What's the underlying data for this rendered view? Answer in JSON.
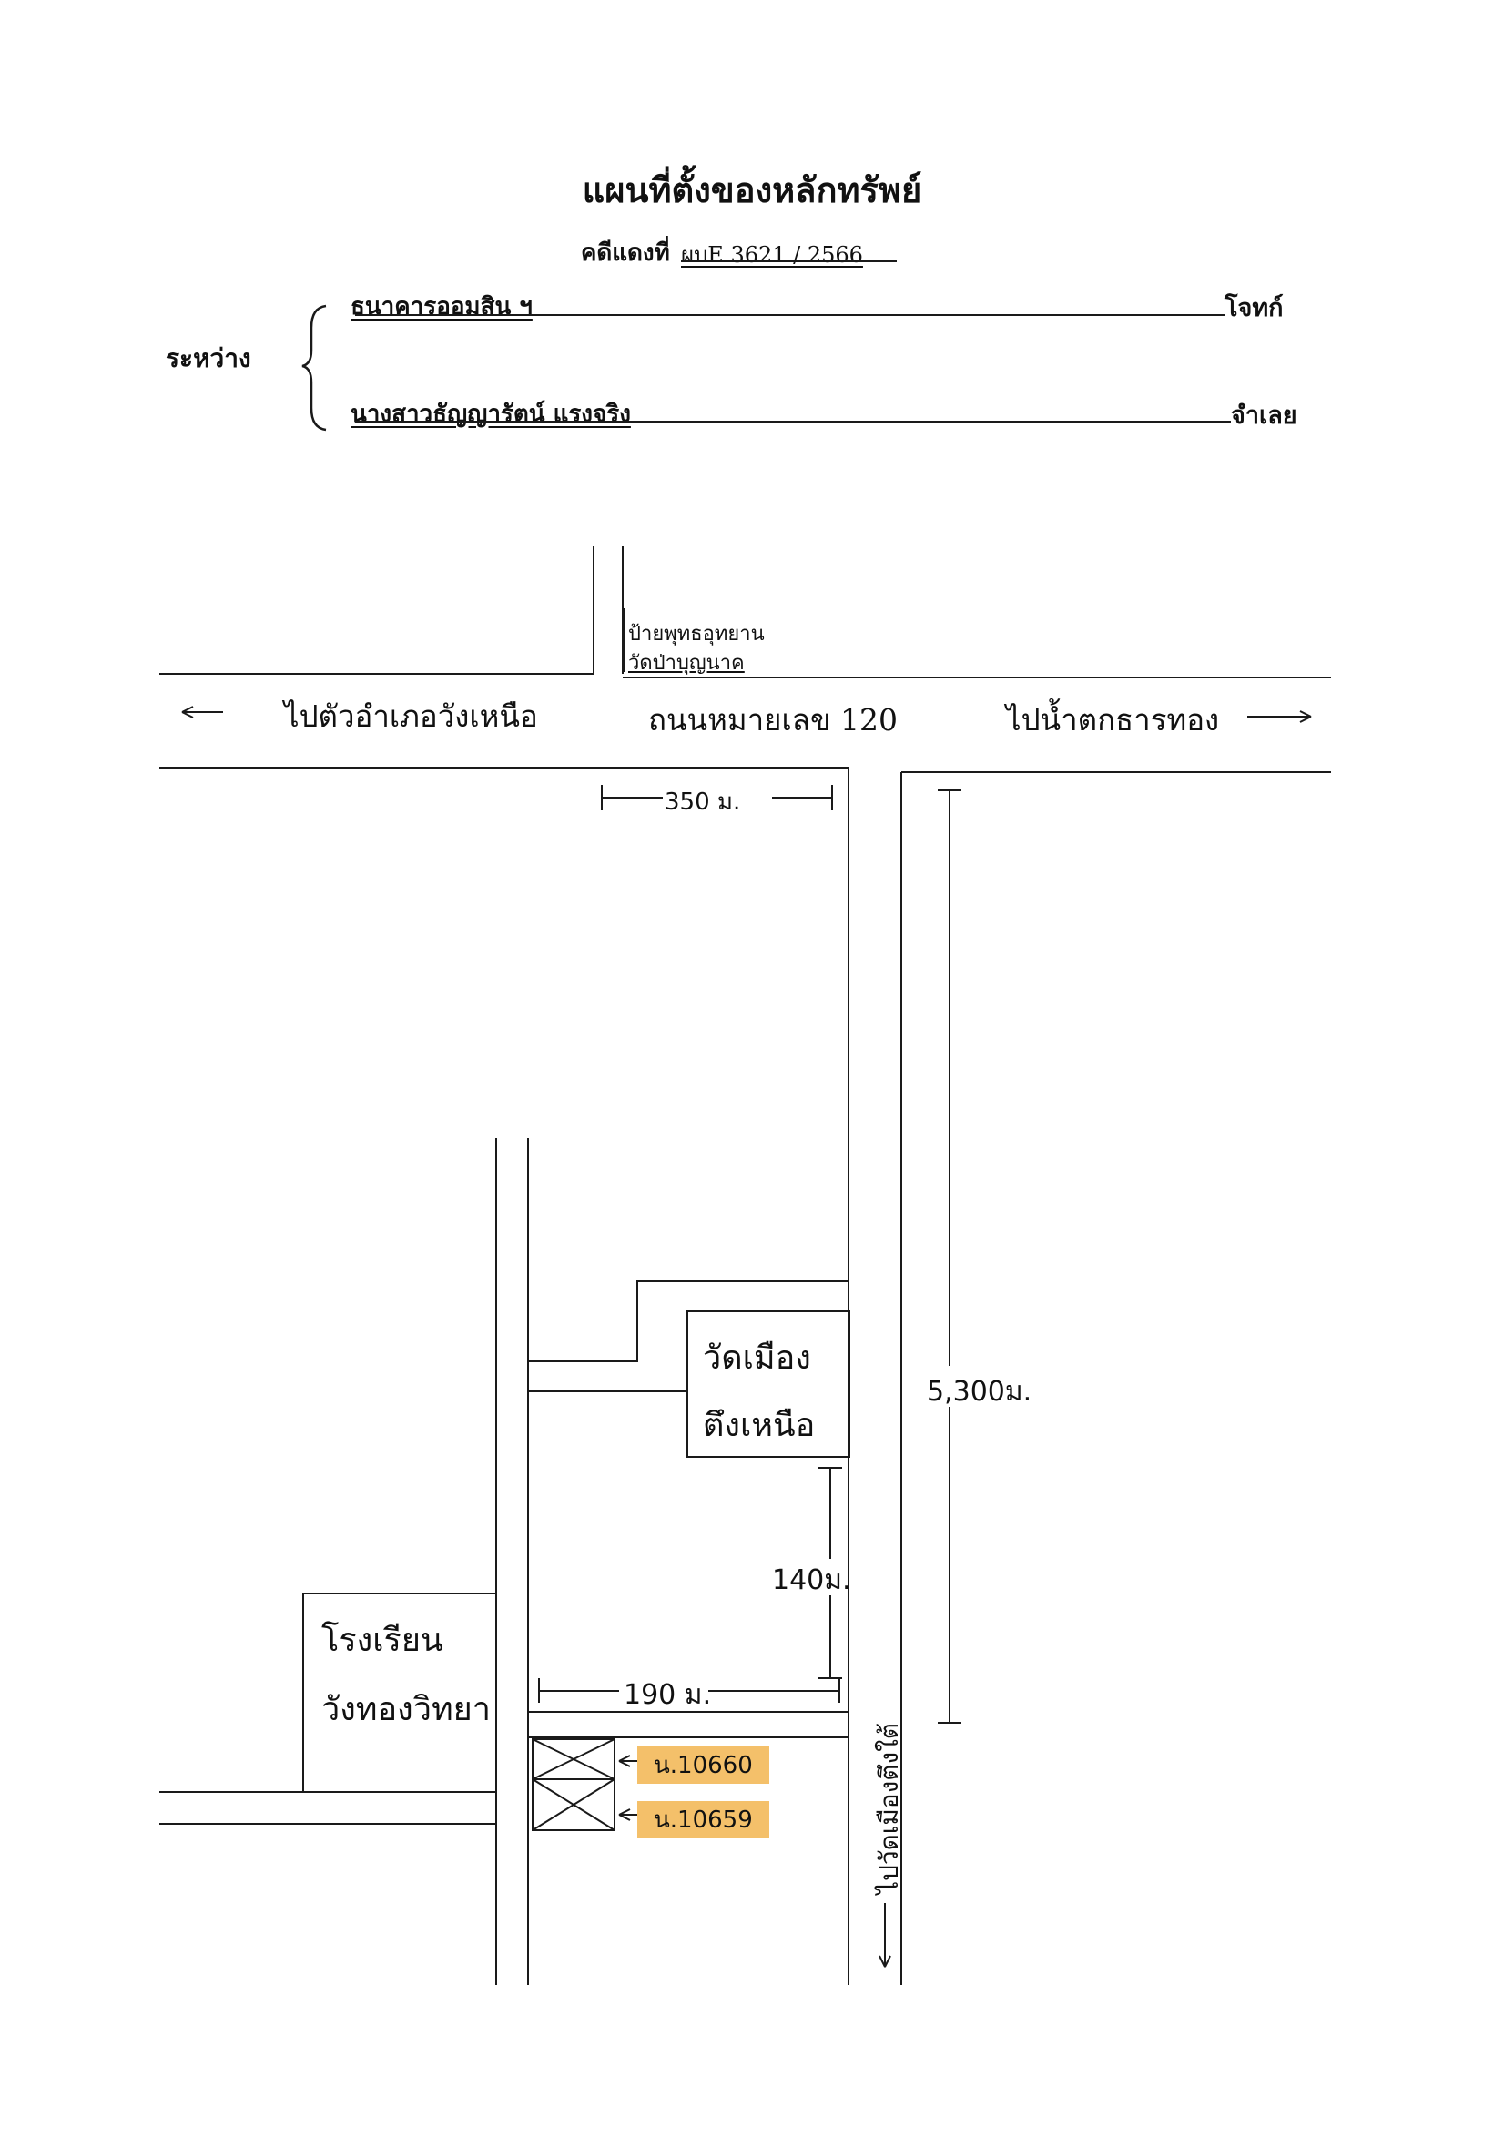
{
  "header": {
    "title": "แผนที่ตั้งของหลักทรัพย์",
    "case_label": "คดีแดงที่",
    "case_number": "ผบE 3621 / 2566"
  },
  "parties": {
    "between_label": "ระหว่าง",
    "plaintiff_name": "ธนาคารออมสิน ฯ",
    "plaintiff_role": "โจทก์",
    "defendant_name": "นางสาวธัญญารัตน์ แรงจริง",
    "defendant_role": "จำเลย"
  },
  "map": {
    "main_road": "ถนนหมายเลข 120",
    "to_west": "ไปตัวอำเภอวังเหนือ",
    "to_east": "ไปน้ำตกธารทอง",
    "roadside_sign": [
      "ป้ายพุทธอุทยาน",
      "วัดป่าบุญนาค"
    ],
    "temple": [
      "วัดเมือง",
      "ตึงเหนือ"
    ],
    "school": [
      "โรงเรียน",
      "วังทองวิทยา"
    ],
    "distance_top": "350 ม.",
    "distance_long": "5,300ม.",
    "distance_temple": "140ม.",
    "distance_side": "190 ม.",
    "plot_1": "น.10660",
    "plot_2": "น.10659",
    "to_south": "ไปวัดเมืองตึงใต้",
    "highlight_color": "#f4c06a",
    "line_color": "#1a1a1a"
  }
}
